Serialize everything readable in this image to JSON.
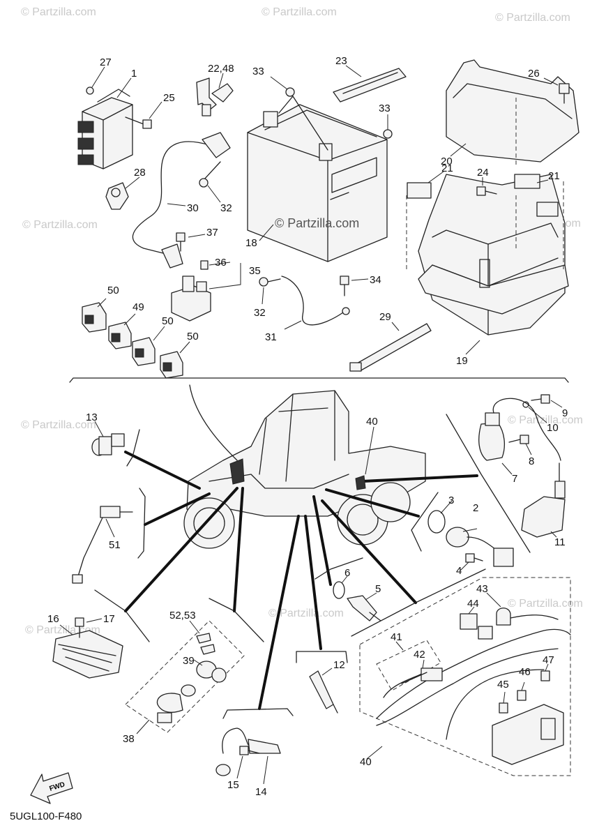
{
  "diagram": {
    "watermark": "© Partzilla.com",
    "center_watermark": "© Partzilla.com",
    "fwd_label": "FWD",
    "footer_code": "5UGL100-F480",
    "callouts": [
      {
        "id": "c27",
        "label": "27"
      },
      {
        "id": "c1",
        "label": "1"
      },
      {
        "id": "c25",
        "label": "25"
      },
      {
        "id": "c2248",
        "label": "22,48"
      },
      {
        "id": "c33a",
        "label": "33"
      },
      {
        "id": "c23",
        "label": "23"
      },
      {
        "id": "c33b",
        "label": "33"
      },
      {
        "id": "c26",
        "label": "26"
      },
      {
        "id": "c20",
        "label": "20"
      },
      {
        "id": "c21a",
        "label": "21"
      },
      {
        "id": "c24",
        "label": "24"
      },
      {
        "id": "c21b",
        "label": "21"
      },
      {
        "id": "c28",
        "label": "28"
      },
      {
        "id": "c30",
        "label": "30"
      },
      {
        "id": "c32a",
        "label": "32"
      },
      {
        "id": "c18",
        "label": "18"
      },
      {
        "id": "c37",
        "label": "37"
      },
      {
        "id": "c36",
        "label": "36"
      },
      {
        "id": "c35",
        "label": "35"
      },
      {
        "id": "c34",
        "label": "34"
      },
      {
        "id": "c32b",
        "label": "32"
      },
      {
        "id": "c50a",
        "label": "50"
      },
      {
        "id": "c49",
        "label": "49"
      },
      {
        "id": "c50b",
        "label": "50"
      },
      {
        "id": "c50c",
        "label": "50"
      },
      {
        "id": "c29",
        "label": "29"
      },
      {
        "id": "c31",
        "label": "31"
      },
      {
        "id": "c19",
        "label": "19"
      },
      {
        "id": "c13",
        "label": "13"
      },
      {
        "id": "c40a",
        "label": "40"
      },
      {
        "id": "c9",
        "label": "9"
      },
      {
        "id": "c10",
        "label": "10"
      },
      {
        "id": "c8",
        "label": "8"
      },
      {
        "id": "c7",
        "label": "7"
      },
      {
        "id": "c51",
        "label": "51"
      },
      {
        "id": "c3",
        "label": "3"
      },
      {
        "id": "c2",
        "label": "2"
      },
      {
        "id": "c11",
        "label": "11"
      },
      {
        "id": "c4",
        "label": "4"
      },
      {
        "id": "c6",
        "label": "6"
      },
      {
        "id": "c5",
        "label": "5"
      },
      {
        "id": "c16",
        "label": "16"
      },
      {
        "id": "c17",
        "label": "17"
      },
      {
        "id": "c5253",
        "label": "52,53"
      },
      {
        "id": "c43",
        "label": "43"
      },
      {
        "id": "c44",
        "label": "44"
      },
      {
        "id": "c41",
        "label": "41"
      },
      {
        "id": "c42",
        "label": "42"
      },
      {
        "id": "c39",
        "label": "39"
      },
      {
        "id": "c12",
        "label": "12"
      },
      {
        "id": "c47",
        "label": "47"
      },
      {
        "id": "c46",
        "label": "46"
      },
      {
        "id": "c45",
        "label": "45"
      },
      {
        "id": "c38",
        "label": "38"
      },
      {
        "id": "c40b",
        "label": "40"
      },
      {
        "id": "c15",
        "label": "15"
      },
      {
        "id": "c14",
        "label": "14"
      }
    ]
  }
}
